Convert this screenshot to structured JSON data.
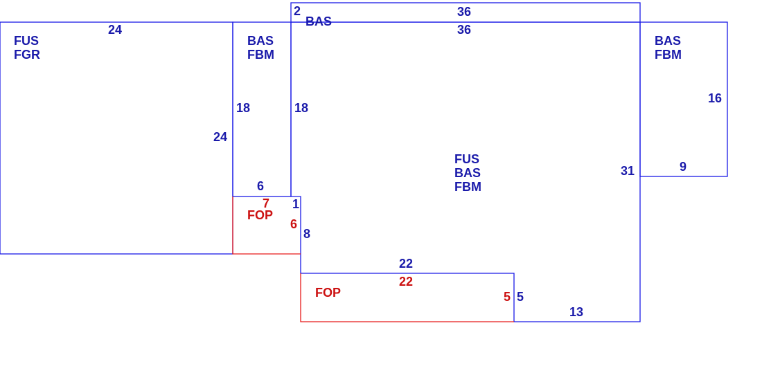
{
  "colors": {
    "outline": "#1a1ae6",
    "outline_porch": "#e61a1a",
    "text_blue": "#1a1aaa",
    "text_red": "#cc1111"
  },
  "areas": {
    "left_block": {
      "line1": "FUS",
      "line2": "FGR"
    },
    "middle_strip": {
      "line1": "BAS",
      "line2": "FBM"
    },
    "top_strip": {
      "label": "BAS"
    },
    "main_block": {
      "line1": "FUS",
      "line2": "BAS",
      "line3": "FBM"
    },
    "right_block": {
      "line1": "BAS",
      "line2": "FBM"
    },
    "porch_small": {
      "label": "FOP"
    },
    "porch_large": {
      "label": "FOP"
    }
  },
  "dimensions": {
    "left_top": "24",
    "left_right": "24",
    "middle_left": "18",
    "middle_right": "18",
    "middle_bottom": "6",
    "top_strip_left": "2",
    "top_strip_top": "36",
    "main_top": "36",
    "main_right": "31",
    "right_side": "16",
    "right_bottom": "9",
    "notch_right": "1",
    "notch_lower": "8",
    "main_bottom_left": "22",
    "main_lower_right": "5",
    "main_bottom_right": "13",
    "porch_small_top": "7",
    "porch_small_right": "6",
    "porch_large_top": "22",
    "porch_large_right": "5"
  }
}
